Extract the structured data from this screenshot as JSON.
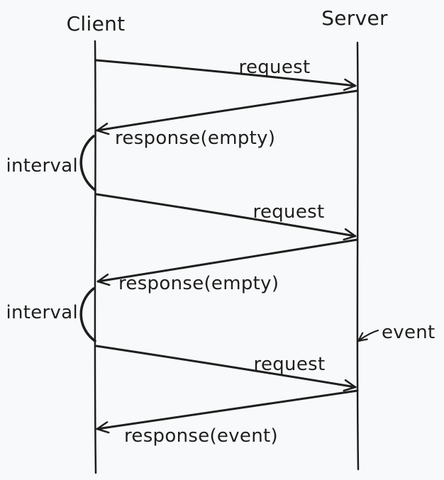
{
  "canvas": {
    "background": "#f8f9fa",
    "ink_color": "#1e1e1e"
  },
  "actors": [
    {
      "id": "client",
      "label": "Client"
    },
    {
      "id": "server",
      "label": "Server"
    }
  ],
  "messages": [
    {
      "from": "Client",
      "to": "Server",
      "label": "request"
    },
    {
      "from": "Server",
      "to": "Client",
      "label": "response(empty)"
    },
    {
      "from": "Client",
      "to": "Server",
      "label": "request"
    },
    {
      "from": "Server",
      "to": "Client",
      "label": "response(empty)"
    },
    {
      "from": "Client",
      "to": "Server",
      "label": "request"
    },
    {
      "from": "Server",
      "to": "Client",
      "label": "response(event)"
    }
  ],
  "annotations": [
    {
      "type": "brace-interval",
      "on": "Client",
      "label": "interval"
    },
    {
      "type": "brace-interval",
      "on": "Client",
      "label": "interval"
    },
    {
      "type": "event-marker",
      "on": "Server",
      "label": "event"
    }
  ]
}
